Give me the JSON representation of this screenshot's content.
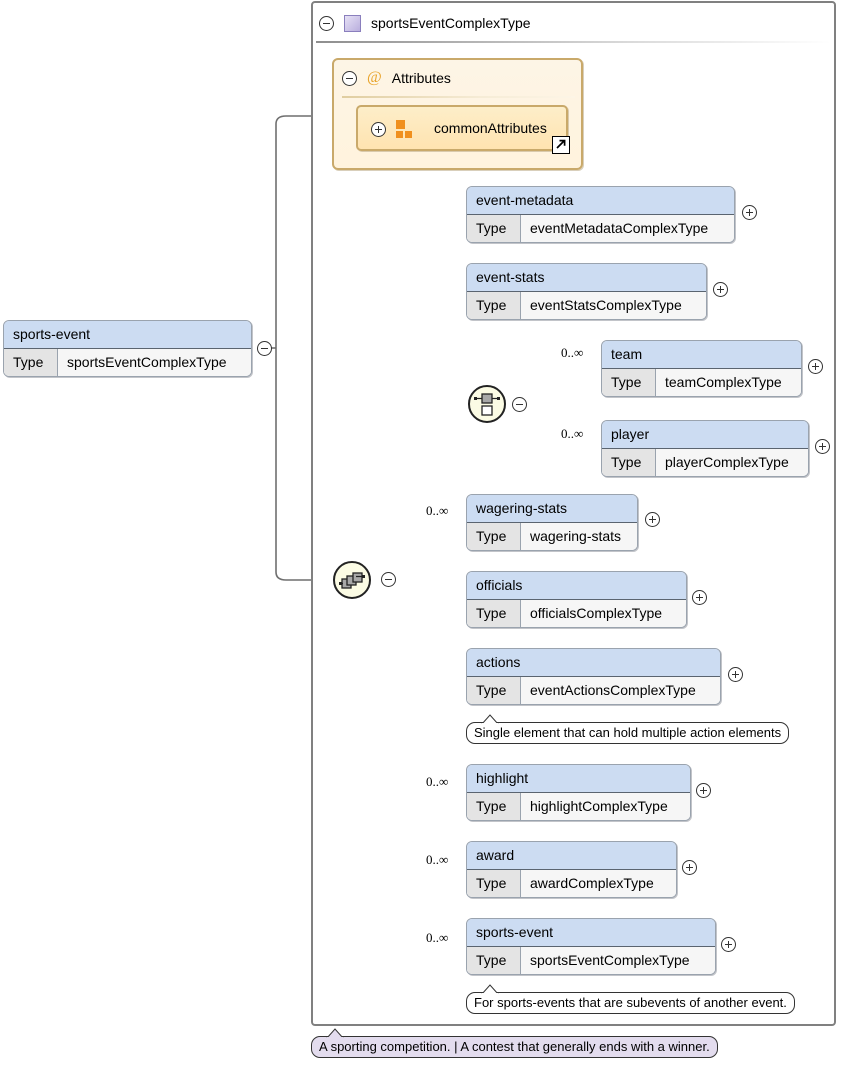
{
  "diagram": {
    "kind": "xsd-schema-diagram",
    "root_element": {
      "name": "sports-event",
      "type_key": "Type",
      "type_value": "sportsEventComplexType"
    },
    "complex_type": {
      "title": "sportsEventComplexType",
      "icon": "complextype-glyph",
      "collapse_state": "expanded"
    },
    "attributes_panel": {
      "title": "Attributes",
      "marker": "@",
      "collapse_state": "expanded",
      "items": [
        {
          "name": "commonAttributes",
          "state": "collapsed",
          "has_external_link": true
        }
      ]
    },
    "compositors": [
      {
        "id": "outer-sequence",
        "kind": "sequence",
        "state": "expanded"
      },
      {
        "id": "inner-choice",
        "kind": "choice",
        "state": "expanded"
      }
    ],
    "type_key_label": "Type",
    "elements": [
      {
        "id": "event-metadata",
        "name": "event-metadata",
        "type": "eventMetadataComplexType",
        "occurs": "",
        "state": "collapsed"
      },
      {
        "id": "event-stats",
        "name": "event-stats",
        "type": "eventStatsComplexType",
        "occurs": "",
        "state": "collapsed"
      },
      {
        "id": "team",
        "name": "team",
        "type": "teamComplexType",
        "occurs": "0..∞",
        "state": "collapsed"
      },
      {
        "id": "player",
        "name": "player",
        "type": "playerComplexType",
        "occurs": "0..∞",
        "state": "collapsed"
      },
      {
        "id": "wagering-stats",
        "name": "wagering-stats",
        "type": "wagering-stats",
        "occurs": "0..∞",
        "state": "collapsed"
      },
      {
        "id": "officials",
        "name": "officials",
        "type": "officialsComplexType",
        "occurs": "",
        "state": "collapsed"
      },
      {
        "id": "actions",
        "name": "actions",
        "type": "eventActionsComplexType",
        "occurs": "",
        "state": "collapsed"
      },
      {
        "id": "highlight",
        "name": "highlight",
        "type": "highlightComplexType",
        "occurs": "0..∞",
        "state": "collapsed"
      },
      {
        "id": "award",
        "name": "award",
        "type": "awardComplexType",
        "occurs": "0..∞",
        "state": "collapsed"
      },
      {
        "id": "sports-event-sub",
        "name": "sports-event",
        "type": "sportsEventComplexType",
        "occurs": "0..∞",
        "state": "collapsed"
      }
    ],
    "annotations": [
      {
        "id": "actions-note",
        "text": "Single element that can hold multiple action elements",
        "style": "white"
      },
      {
        "id": "subevent-note",
        "text": "For sports-events that are subevents of another event.",
        "style": "white"
      },
      {
        "id": "complextype-note",
        "text": "A sporting competition. | A contest that generally ends with a winner.",
        "style": "purple"
      }
    ],
    "colors": {
      "element_header": "#ccdcf2",
      "type_key_cell": "#e4e4e4",
      "attribute_panel": "#fdf5e6",
      "attribute_item": "#ffe3b0",
      "attribute_accent": "#f0901e",
      "compositor_fill": "#fbfbe4",
      "complextype_glyph": "#b9aedd",
      "note_purple": "#e3dcee",
      "container_border": "#808080"
    }
  }
}
